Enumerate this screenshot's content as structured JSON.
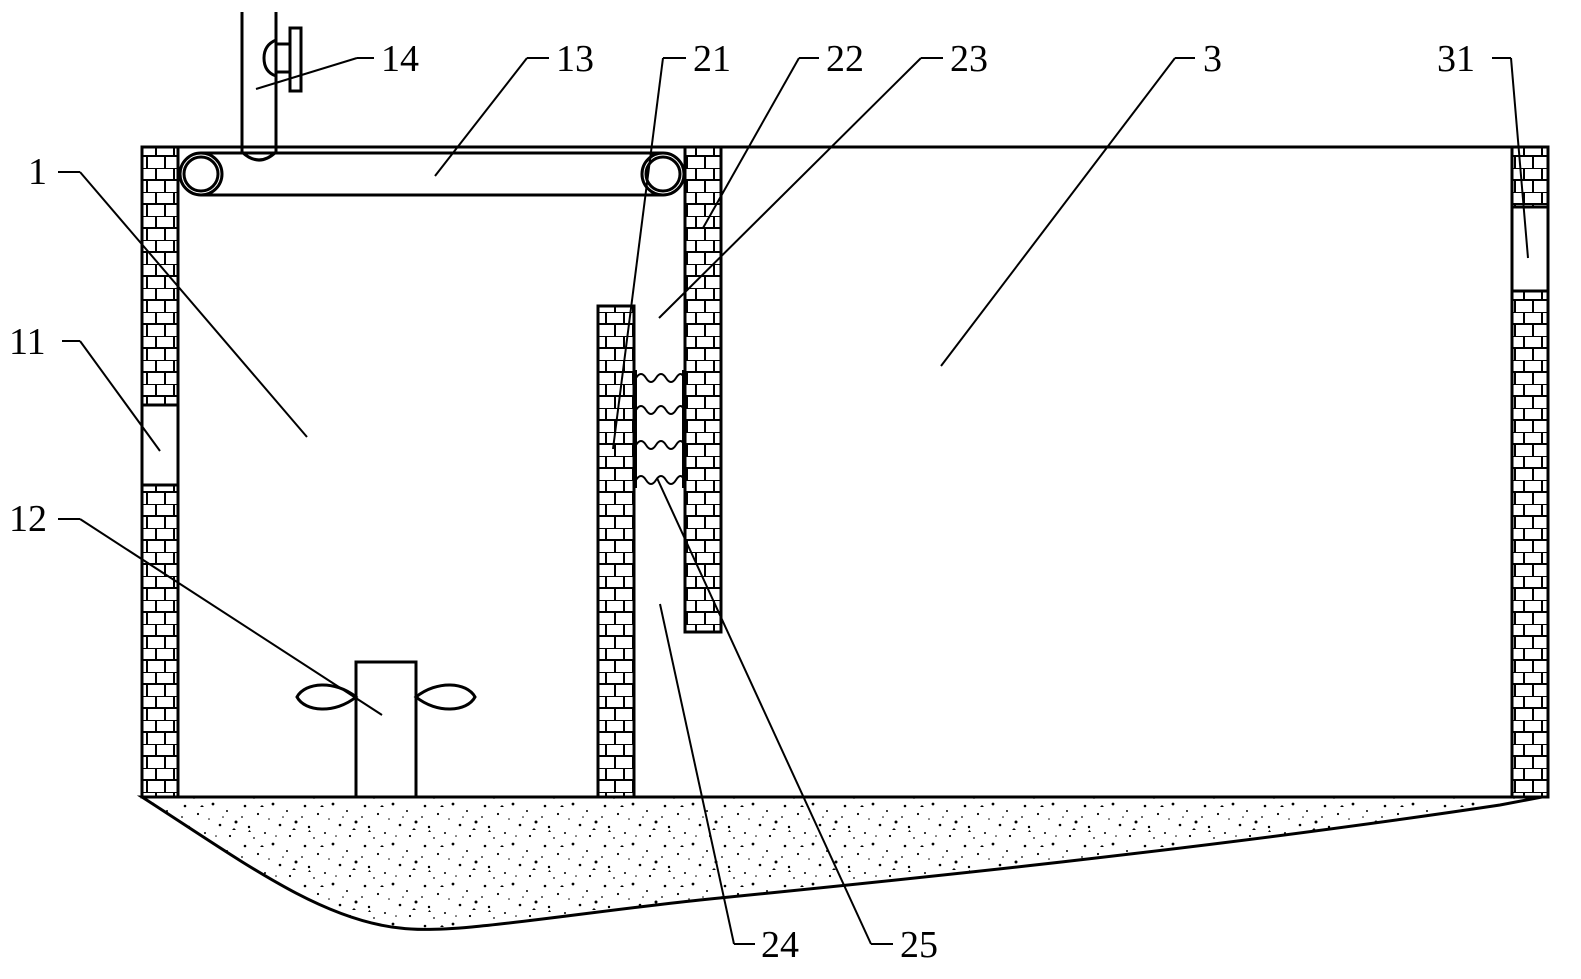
{
  "labels": {
    "l1": "1",
    "l11": "11",
    "l12": "12",
    "l13": "13",
    "l14": "14",
    "l21": "21",
    "l22": "22",
    "l23": "23",
    "l24": "24",
    "l25": "25",
    "l3": "3",
    "l31": "31"
  },
  "colors": {
    "line": "#000000",
    "background": "#ffffff",
    "soil_dots": "#000000"
  }
}
